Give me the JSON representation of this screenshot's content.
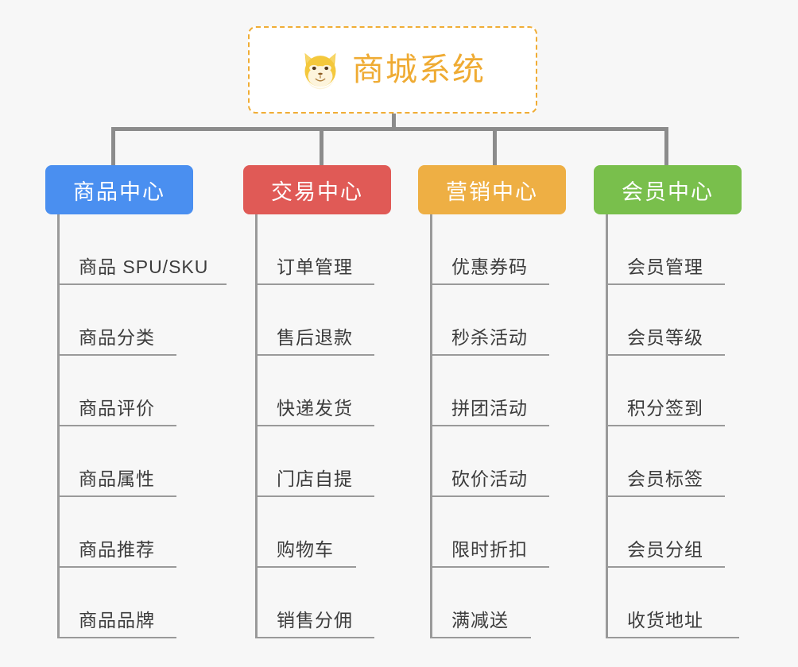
{
  "page": {
    "background": "#f7f7f7",
    "title": "商城系统",
    "type": "org-chart"
  },
  "root": {
    "label": "商城系统",
    "icon": "shiba-dog-face-icon",
    "text_color": "#efab33",
    "border_color": "#f0ad35",
    "background": "#ffffff"
  },
  "branches": [
    {
      "id": "product-center",
      "label": "商品中心",
      "color": "#4a8ff0",
      "items": [
        {
          "label": "商品 SPU/SKU"
        },
        {
          "label": "商品分类"
        },
        {
          "label": "商品评价"
        },
        {
          "label": "商品属性"
        },
        {
          "label": "商品推荐"
        },
        {
          "label": "商品品牌"
        }
      ]
    },
    {
      "id": "trade-center",
      "label": "交易中心",
      "color": "#e05a56",
      "items": [
        {
          "label": "订单管理"
        },
        {
          "label": "售后退款"
        },
        {
          "label": "快递发货"
        },
        {
          "label": "门店自提"
        },
        {
          "label": "购物车"
        },
        {
          "label": "销售分佣"
        }
      ]
    },
    {
      "id": "marketing-center",
      "label": "营销中心",
      "color": "#eeaf44",
      "items": [
        {
          "label": "优惠券码"
        },
        {
          "label": "秒杀活动"
        },
        {
          "label": "拼团活动"
        },
        {
          "label": "砍价活动"
        },
        {
          "label": "限时折扣"
        },
        {
          "label": "满减送"
        }
      ]
    },
    {
      "id": "member-center",
      "label": "会员中心",
      "color": "#79bf4c",
      "items": [
        {
          "label": "会员管理"
        },
        {
          "label": "会员等级"
        },
        {
          "label": "积分签到"
        },
        {
          "label": "会员标签"
        },
        {
          "label": "会员分组"
        },
        {
          "label": "收货地址"
        }
      ]
    }
  ],
  "layout": {
    "branch_lefts": [
      57,
      306,
      526,
      747
    ],
    "branch_widths": [
      186,
      186,
      186,
      186
    ],
    "drop_lefts": [
      140,
      402,
      620,
      836
    ],
    "underline_widths": [
      213,
      163,
      133,
      151
    ],
    "line_color": "#9a9a9a"
  }
}
